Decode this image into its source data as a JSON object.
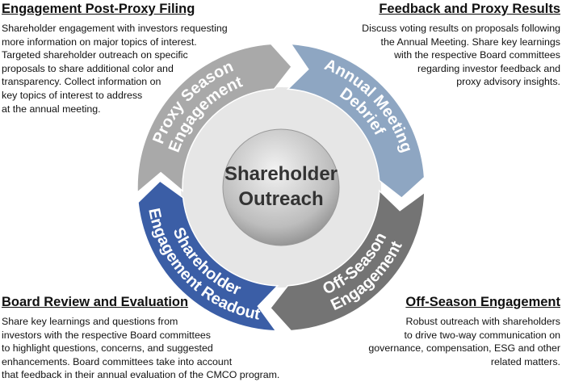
{
  "center": {
    "line1": "Shareholder",
    "line2": "Outreach"
  },
  "segments": [
    {
      "id": "proxy-season",
      "line1": "Proxy Season",
      "line2": "Engagement",
      "color": "#a9a9a9"
    },
    {
      "id": "annual-meeting",
      "line1": "Annual Meeting",
      "line2": "Debrief",
      "color": "#8ea6c2"
    },
    {
      "id": "off-season",
      "line1": "Off-Season",
      "line2": "Engagement",
      "color": "#747474"
    },
    {
      "id": "readout",
      "line1": "Shareholder",
      "line2": "Engagement Readout",
      "color": "#3b5ea6"
    }
  ],
  "blocks": {
    "top_left": {
      "title": "Engagement Post-Proxy Filing",
      "body": "Shareholder engagement with investors requesting\nmore information on major topics of interest.\nTargeted shareholder outreach on specific\nproposals to share additional color and\ntransparency. Collect information on\nkey topics of interest to address\nat the annual meeting."
    },
    "top_right": {
      "title": "Feedback and Proxy Results",
      "body": "Discuss voting results on proposals following\nthe Annual Meeting. Share key learnings\nwith the respective Board committees\nregarding investor feedback and\nproxy advisory insights."
    },
    "bottom_left": {
      "title": "Board Review and Evaluation",
      "body": "Share key learnings and questions from\ninvestors with the respective Board committees\nto highlight questions, concerns, and suggested\nenhancements. Board committees take into account\nthat feedback in their annual evaluation of the CMCO program."
    },
    "bottom_right": {
      "title": "Off-Season Engagement",
      "body": "Robust outreach with shareholders\nto drive two-way communication on\ngovernance, compensation, ESG and other\nrelated matters."
    }
  }
}
